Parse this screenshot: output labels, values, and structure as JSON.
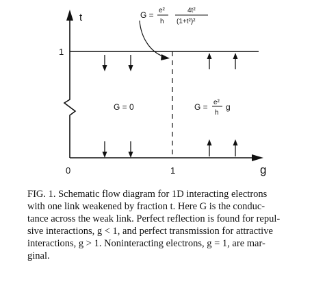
{
  "figure": {
    "axis_labels": {
      "t": "t",
      "g": "g"
    },
    "ticks": {
      "t_one": "1",
      "origin": "0",
      "g_one": "1"
    },
    "formulas": {
      "top": {
        "lhs": "G =",
        "frac1_num": "e²",
        "frac1_den": "h",
        "frac2_num": "4t²",
        "frac2_den": "(1+t²)²"
      },
      "left_region": "G = 0",
      "right_region": {
        "lhs": "G =",
        "frac_num": "e²",
        "frac_den": "h",
        "rhs": "g"
      }
    }
  },
  "caption": {
    "lines": [
      "FIG. 1.  Schematic flow diagram for 1D interacting electrons",
      "with one link weakened by fraction t.  Here G is the conduc-",
      "tance across the weak link.  Perfect reflection is found for repul-",
      "sive interactions, g < 1, and perfect transmission for attractive",
      "interactions, g > 1.  Noninteracting electrons, g = 1, are mar-",
      "ginal."
    ]
  }
}
